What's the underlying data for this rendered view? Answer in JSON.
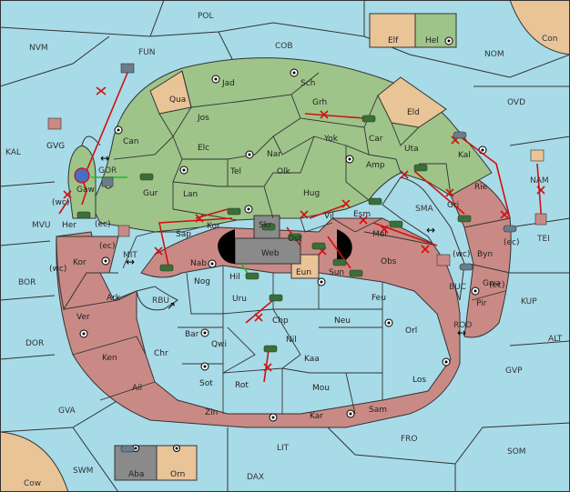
{
  "map": {
    "seas": {
      "POL": "POL",
      "NVM": "NVM",
      "FUN": "FUN",
      "COB": "COB",
      "NOM": "NOM",
      "Con": "Con",
      "OVD": "OVD",
      "KAL": "KAL",
      "GOR": "GOR",
      "MVU": "MVU",
      "MIT": "MIT",
      "BOR": "BOR",
      "RBU": "RBU",
      "DOR": "DOR",
      "GVA": "GVA",
      "Cow": "Cow",
      "SWM": "SWM",
      "LIT": "LIT",
      "DAX": "DAX",
      "FRO": "FRO",
      "SOM": "SOM",
      "GVP": "GVP",
      "ALT": "ALT",
      "KUP": "KUP",
      "BUC": "BUC",
      "ROD": "ROD",
      "SMA": "SMA",
      "NAM": "NAM",
      "TEI": "TEI"
    },
    "provinces": {
      "Elf": "Elf",
      "Hel": "Hel",
      "Jad": "Jad",
      "Sch": "Sch",
      "Qua": "Qua",
      "Jos": "Jos",
      "Grh": "Grh",
      "Eld": "Eld",
      "Can": "Can",
      "Car": "Car",
      "Yok": "Yok",
      "Elc": "Elc",
      "Nar": "Nar",
      "Uta": "Uta",
      "Amp": "Amp",
      "Kal": "Kal",
      "Tel": "Tel",
      "Olk": "Olk",
      "Gur": "Gur",
      "Lan": "Lan",
      "Hug": "Hug",
      "Rie": "Rie",
      "Esm": "Esm",
      "Gri": "Gri",
      "Vil": "Vil",
      "Skr": "Skr",
      "Kor_top": "Kor",
      "Sap": "Sap",
      "Web": "Web",
      "Ost": "Ost",
      "Mel": "Mel",
      "Byn": "Byn",
      "Her": "Her",
      "Gaw": "Gaw",
      "Kor": "Kor",
      "Nab": "Nab",
      "Eun": "Eun",
      "Sun": "Sun",
      "Obs": "Obs",
      "Gwa": "Gwa",
      "Hil": "Hil",
      "Nog": "Nog",
      "Uru": "Uru",
      "Feu": "Feu",
      "Pir": "Pir",
      "Ark": "Ark",
      "Ver": "Ver",
      "Chp": "Chp",
      "Neu": "Neu",
      "Orl": "Orl",
      "Bar": "Bar",
      "Qwi": "Qwi",
      "Nil": "Nil",
      "Ken": "Ken",
      "Chr": "Chr",
      "Kaa": "Kaa",
      "Los": "Los",
      "Ail": "Ail",
      "Sot": "Sot",
      "Rot": "Rot",
      "Mou": "Mou",
      "Zin": "Zin",
      "Kar": "Kar",
      "Sam": "Sam",
      "Aba": "Aba",
      "Orn": "Orn"
    },
    "coast_tags": {
      "wc1": "(wc)",
      "ec1": "(ec)",
      "ec2": "(ec)",
      "wc2": "(wc)",
      "wc3": "(wc)",
      "ec3": "(ec)",
      "ec4": "(ec)"
    },
    "arrows_symbols": {
      "gor": "↔",
      "mit": "↔",
      "rbu": "↗",
      "sma": "↔",
      "rod": "↔"
    },
    "colors": {
      "sea": "#a8dbe8",
      "green_power": "#9fc48a",
      "red_power": "#c98a85",
      "neutral": "#e8c497",
      "grey": "#8a8a8a",
      "order": "#d01010",
      "support": "#22bb22"
    }
  }
}
